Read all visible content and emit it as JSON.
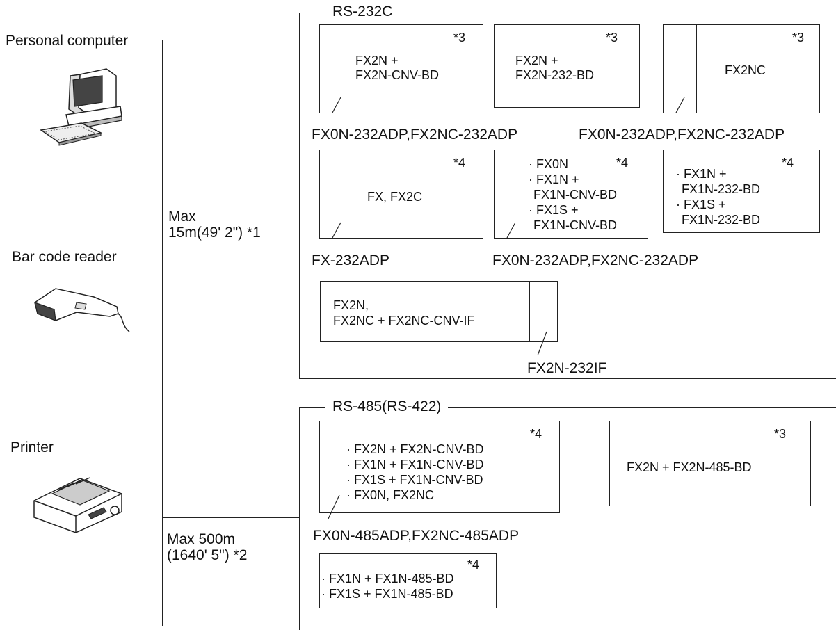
{
  "devices": {
    "computer": "Personal computer",
    "barcode": "Bar code reader",
    "printer": "Printer"
  },
  "distances": {
    "rs232_l1": "Max",
    "rs232_l2": "15m(49' 2\") *1",
    "rs485_l1": "Max 500m",
    "rs485_l2": "(1640' 5\") *2"
  },
  "rs232": {
    "group_label": "RS-232C",
    "box1": {
      "note": "*3",
      "l1": "FX2N +",
      "l2": "FX2N-CNV-BD"
    },
    "box2": {
      "note": "*3",
      "l1": "FX2N +",
      "l2": "FX2N-232-BD"
    },
    "box3": {
      "note": "*3",
      "l1": "FX2NC"
    },
    "caption_a": "FX0N-232ADP,FX2NC-232ADP",
    "caption_b": "FX0N-232ADP,FX2NC-232ADP",
    "box4": {
      "note": "*4",
      "l1": "FX, FX2C"
    },
    "box5": {
      "note": "*4",
      "l1": "· FX0N",
      "l2": "· FX1N +",
      "l3": "FX1N-CNV-BD",
      "l4": "· FX1S +",
      "l5": "FX1N-CNV-BD"
    },
    "box6": {
      "note": "*4",
      "l1": "· FX1N +",
      "l2": "FX1N-232-BD",
      "l3": "· FX1S +",
      "l4": "FX1N-232-BD"
    },
    "caption_c": "FX-232ADP",
    "caption_d": "FX0N-232ADP,FX2NC-232ADP",
    "box7": {
      "l1": "FX2N,",
      "l2": "FX2NC + FX2NC-CNV-IF"
    },
    "caption_e": "FX2N-232IF"
  },
  "rs485": {
    "group_label": "RS-485(RS-422)",
    "box1": {
      "note": "*4",
      "l1": "· FX2N + FX2N-CNV-BD",
      "l2": "· FX1N + FX1N-CNV-BD",
      "l3": "· FX1S + FX1N-CNV-BD",
      "l4": "· FX0N, FX2NC"
    },
    "box2": {
      "note": "*3",
      "l1": "FX2N + FX2N-485-BD"
    },
    "caption_a": "FX0N-485ADP,FX2NC-485ADP",
    "box3": {
      "note": "*4",
      "l1": "· FX1N + FX1N-485-BD",
      "l2": "· FX1S + FX1N-485-BD"
    }
  }
}
